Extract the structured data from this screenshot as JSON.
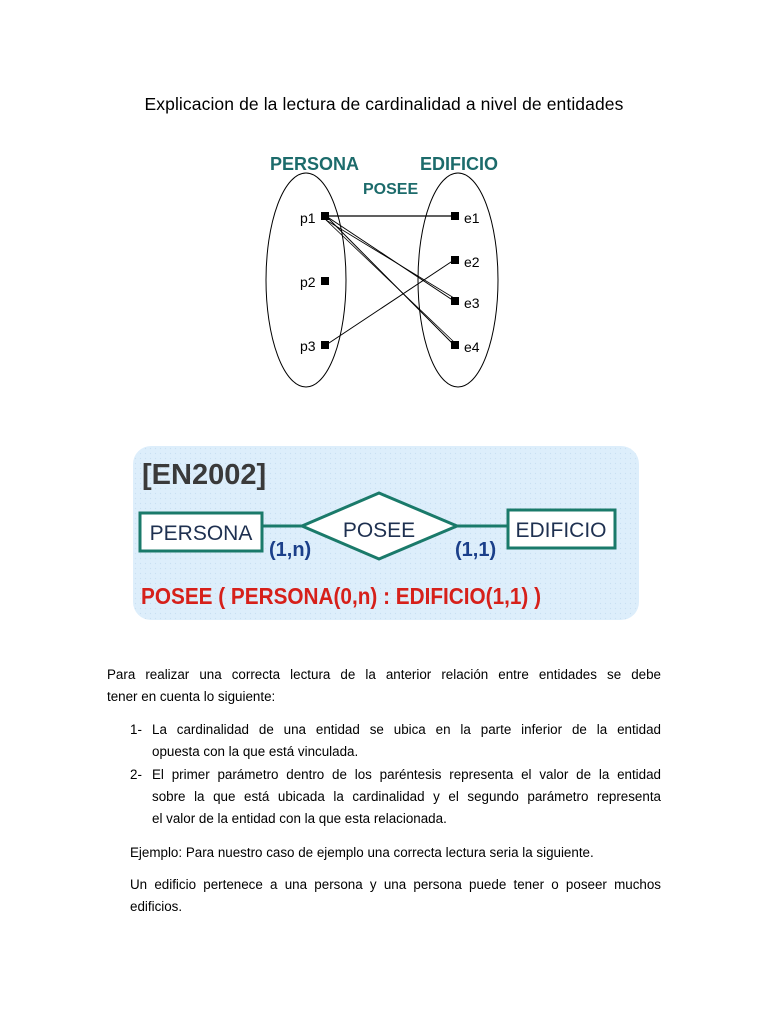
{
  "title": "Explicacion de la lectura de cardinalidad a nivel de entidades",
  "set_diagram": {
    "entity_left": "PERSONA",
    "entity_right": "EDIFICIO",
    "relation": "POSEE",
    "left_items": [
      "p1",
      "p2",
      "p3"
    ],
    "right_items": [
      "e1",
      "e2",
      "e3",
      "e4"
    ],
    "links": [
      [
        "p1",
        "e1"
      ],
      [
        "p1",
        "e3"
      ],
      [
        "p1",
        "e4"
      ],
      [
        "p3",
        "e2"
      ]
    ],
    "colors": {
      "label": "#1c6b6b",
      "mark": "#000000"
    }
  },
  "er_diagram": {
    "tag": "[EN2002]",
    "entity_left": "PERSONA",
    "relation": "POSEE",
    "entity_right": "EDIFICIO",
    "card_left": "(1,n)",
    "card_right": "(1,1)",
    "formula": "POSEE ( PERSONA(0,n) : EDIFICIO(1,1) )",
    "colors": {
      "panel": "#ddeefb",
      "shape": "#1a7a6a",
      "card": "#1b3f8a",
      "formula": "#d6201a",
      "tag": "#3a3a3a"
    }
  },
  "body": {
    "intro_line1": "Para realizar una correcta lectura de la anterior relación entre entidades se debe",
    "intro_line2": "tener en cuenta lo siguiente:",
    "item1_num": "1-",
    "item1_line1": "La cardinalidad de una entidad se ubica en la parte inferior de la entidad",
    "item1_line2": "opuesta con la que está vinculada.",
    "item2_num": "2-",
    "item2_line1": "El primer parámetro dentro de los paréntesis representa el valor de la entidad",
    "item2_line2": "sobre la que está ubicada la cardinalidad y el segundo parámetro representa",
    "item2_line3": "el valor de la entidad con la que esta relacionada.",
    "example": "Ejemplo: Para nuestro caso de ejemplo una correcta lectura seria la siguiente.",
    "conclusion_line1": "Un edificio pertenece a una persona y una persona puede tener o poseer muchos",
    "conclusion_line2": "edificios."
  }
}
